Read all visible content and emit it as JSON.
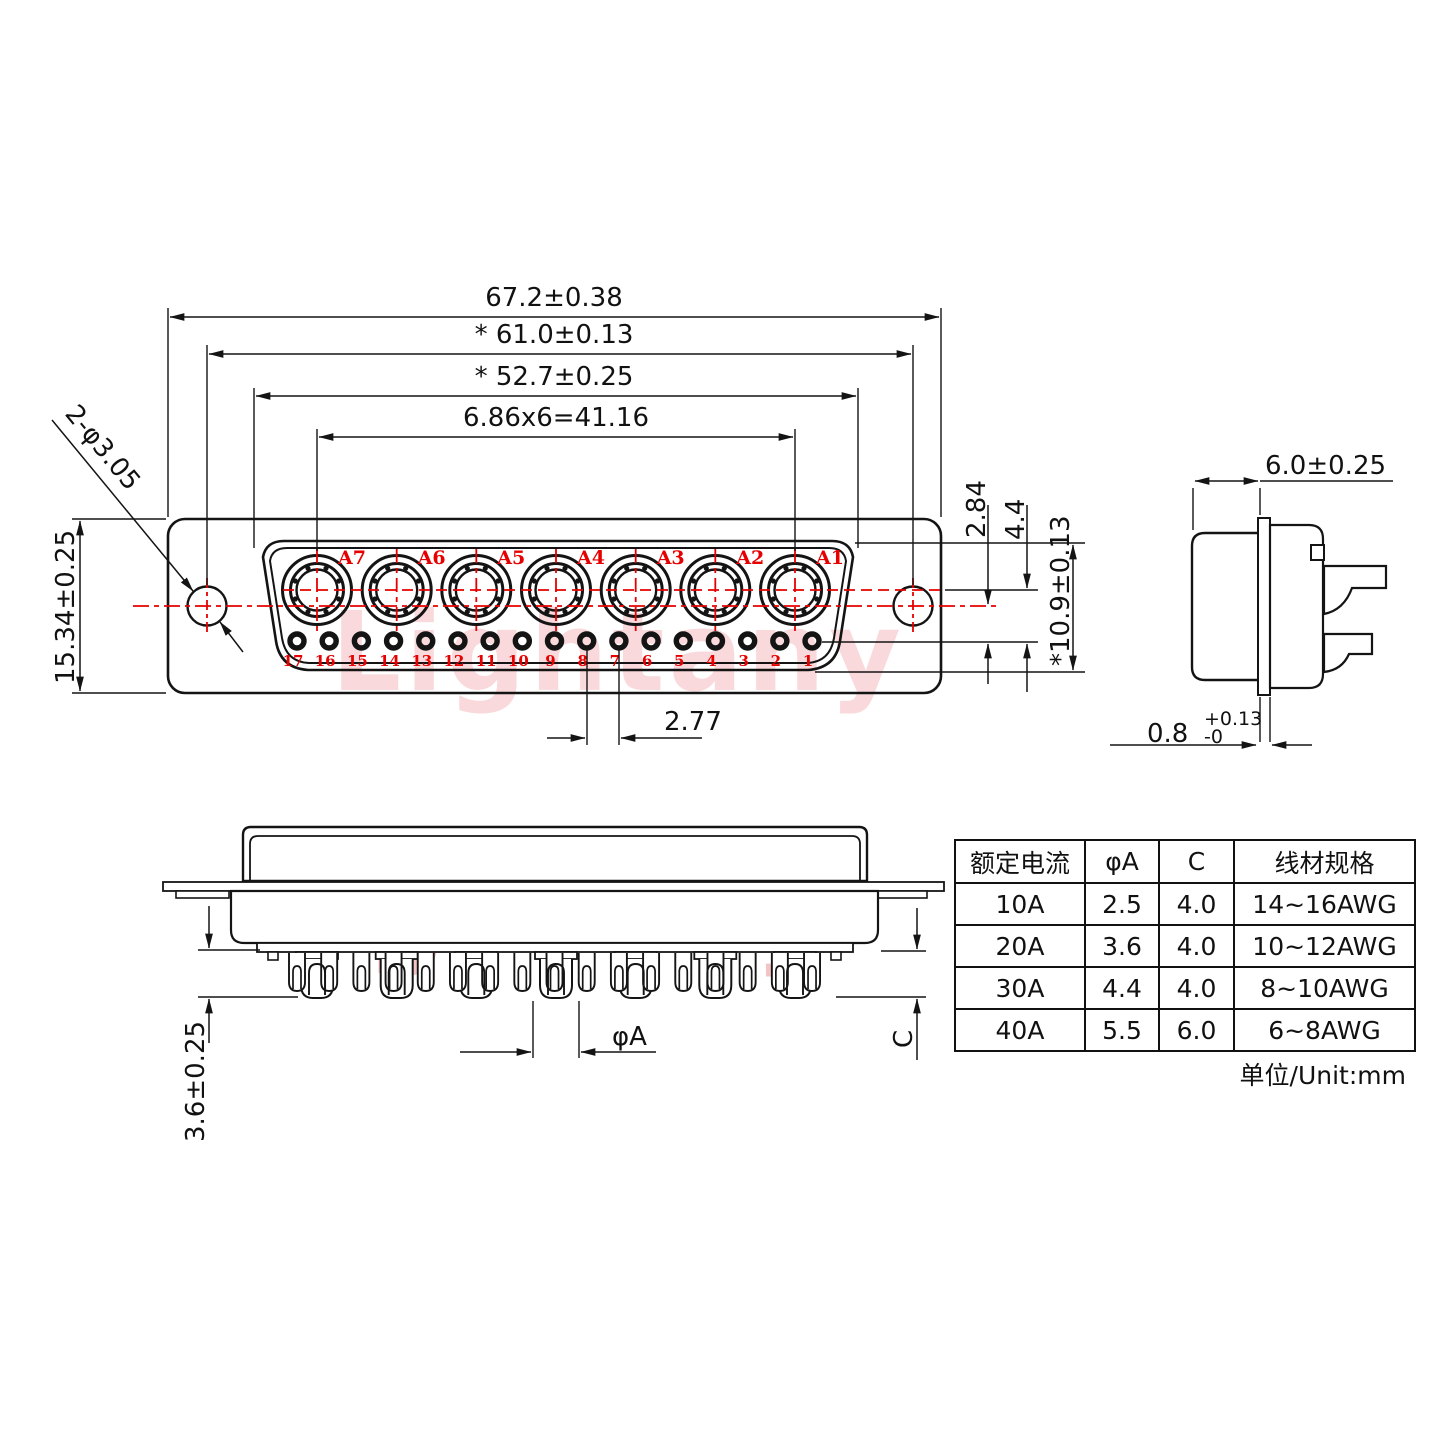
{
  "watermark": "Lightany",
  "front_view": {
    "dims": {
      "overall_width": "67.2±0.38",
      "inner_width": "* 61.0±0.13",
      "shell_width": "* 52.7±0.25",
      "contact_pitch": "6.86x6=41.16",
      "flange_height": "15.34±0.25",
      "mount_holes": "2-φ3.05",
      "center_to_pin_row": "2.84",
      "row_gap": "4.4",
      "shell_height": "*10.9±0.13",
      "pin_pitch": "2.77"
    },
    "contact_labels": [
      "A7",
      "A6",
      "A5",
      "A4",
      "A3",
      "A2",
      "A1"
    ],
    "pin_numbers": [
      "17",
      "16",
      "15",
      "14",
      "13",
      "12",
      "11",
      "10",
      "9",
      "8",
      "7",
      "6",
      "5",
      "4",
      "3",
      "2",
      "1"
    ]
  },
  "side_view_right": {
    "depth": "6.0±0.25",
    "flange_thickness": "0.8",
    "flange_tol_plus": "+0.13",
    "flange_tol_minus": "-0"
  },
  "side_view_bottom": {
    "tail_length": "3.6±0.25",
    "pin_dia_label": "φA",
    "c_label": "C"
  },
  "table": {
    "headers": [
      "额定电流",
      "φA",
      "C",
      "线材规格"
    ],
    "rows": [
      [
        "10A",
        "2.5",
        "4.0",
        "14~16AWG"
      ],
      [
        "20A",
        "3.6",
        "4.0",
        "10~12AWG"
      ],
      [
        "30A",
        "4.4",
        "4.0",
        "8~10AWG"
      ],
      [
        "40A",
        "5.5",
        "6.0",
        "6~8AWG"
      ]
    ],
    "unit_note": "单位/Unit:mm"
  },
  "colors": {
    "line": "#141414",
    "accent_red": "#e60000",
    "watermark_pink": "#f3b9bc"
  }
}
